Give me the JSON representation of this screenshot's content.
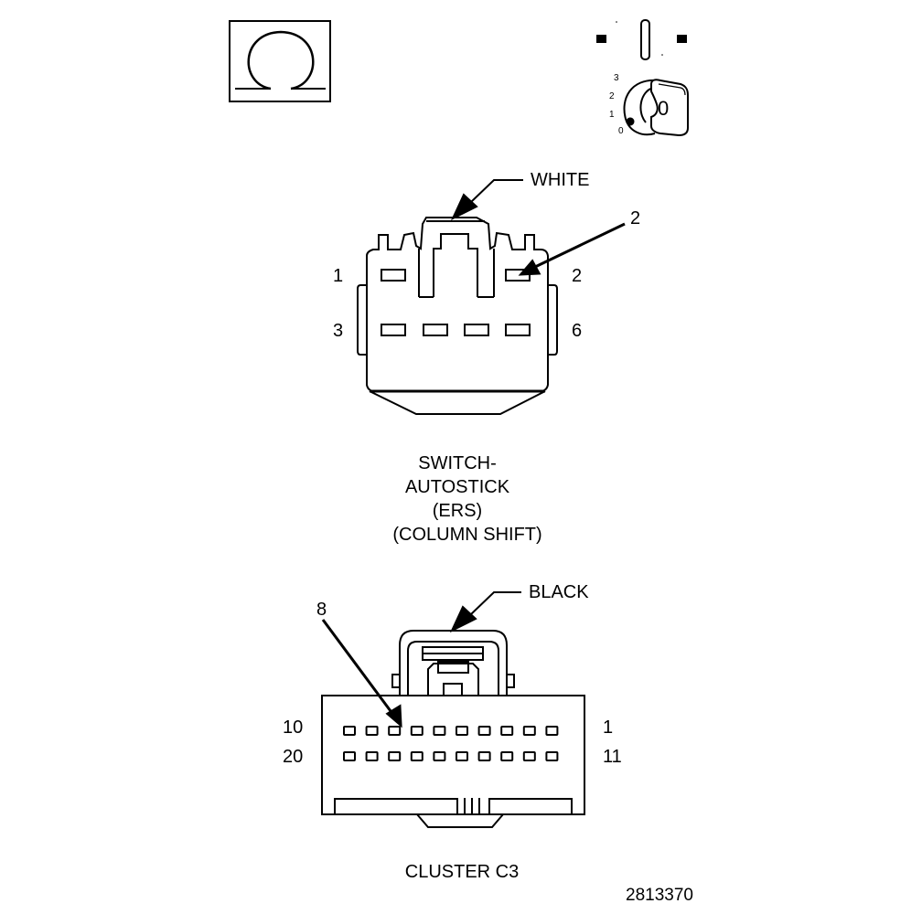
{
  "symbols": {
    "omega_icon": "omega-symbol-icon",
    "ignition_icon": "ignition-switch-icon",
    "ignition": {
      "key_label": "0",
      "positions": [
        "3",
        "2",
        "1",
        "0"
      ]
    }
  },
  "connector_ers": {
    "color_label": "WHITE",
    "callout_pin": "2",
    "pin_labels": {
      "top_left": "1",
      "top_right": "2",
      "bottom_left": "3",
      "bottom_right": "6"
    },
    "caption": [
      "SWITCH-",
      "AUTOSTICK",
      "(ERS)",
      "(COLUMN SHIFT)"
    ]
  },
  "connector_cluster": {
    "color_label": "BLACK",
    "callout_pin": "8",
    "pin_labels": {
      "top_left": "10",
      "top_right": "1",
      "bottom_left": "20",
      "bottom_right": "11"
    },
    "caption": "CLUSTER C3"
  },
  "figure_number": "2813370",
  "colors": {
    "line": "#000000",
    "background": "#ffffff"
  }
}
